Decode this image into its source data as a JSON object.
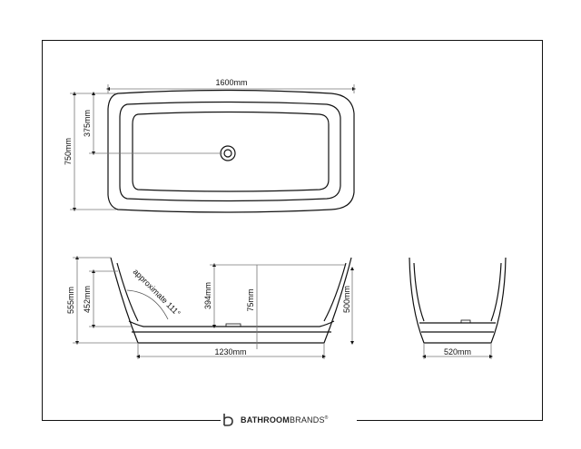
{
  "drawing": {
    "top_view": {
      "length": "1600mm",
      "width": "750mm",
      "waste_offset": "375mm"
    },
    "side_view": {
      "height": "555mm",
      "inner_depth": "452mm",
      "angle": "approximate 111°",
      "depth_394": "394mm",
      "waste_height": "75mm",
      "overall_height": "500mm",
      "base_length": "1230mm"
    },
    "end_view": {
      "base_width": "520mm"
    }
  },
  "brand": {
    "name_bold": "BATHROOM",
    "name_light": "BRANDS",
    "mark": "®"
  },
  "colors": {
    "line": "#111111",
    "fill": "#ffffff",
    "accent_gray": "#888888"
  }
}
